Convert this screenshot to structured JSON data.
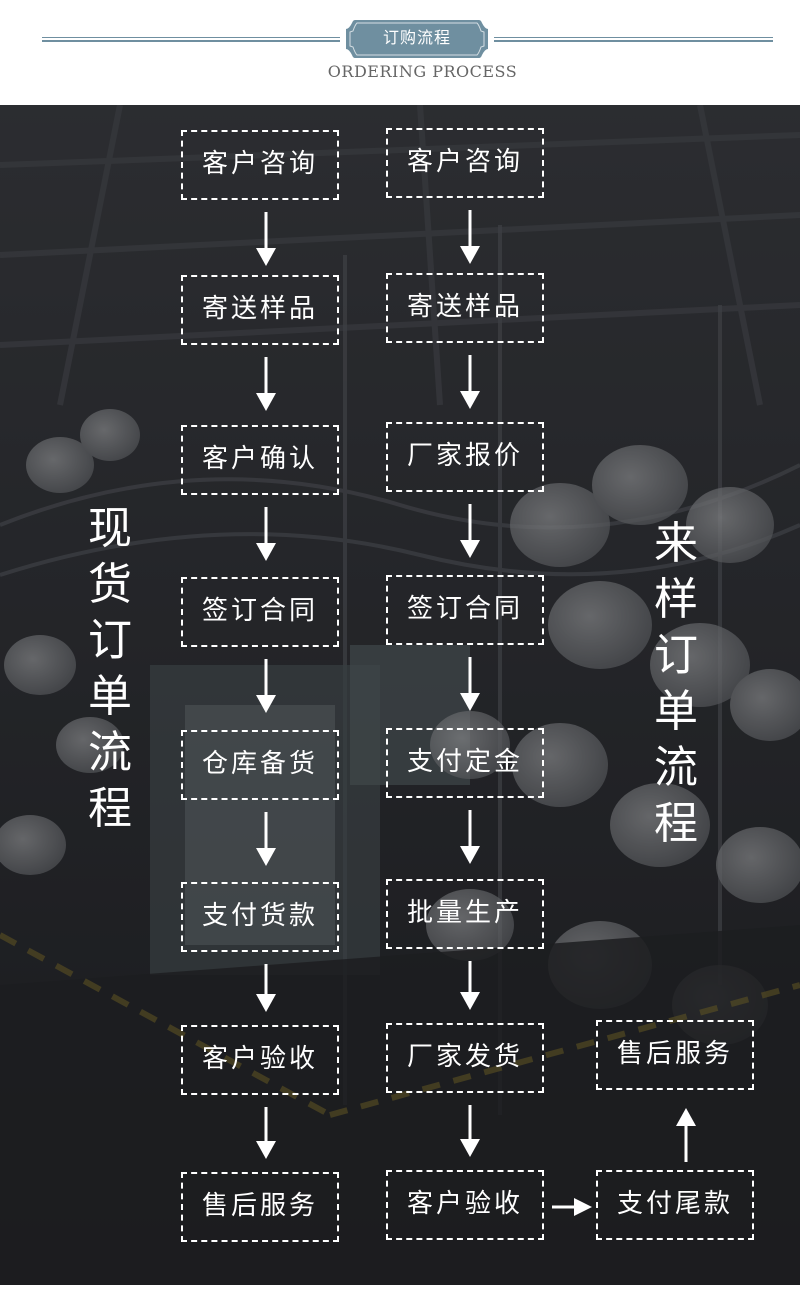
{
  "header": {
    "badge": "订购流程",
    "subtitle": "ORDERING PROCESS"
  },
  "left_flow": {
    "title": [
      "现",
      "货",
      "订",
      "单",
      "流",
      "程"
    ],
    "steps": [
      "客户咨询",
      "寄送样品",
      "客户确认",
      "签订合同",
      "仓库备货",
      "支付货款",
      "客户验收",
      "售后服务"
    ]
  },
  "right_flow": {
    "title": [
      "来",
      "样",
      "订",
      "单",
      "流",
      "程"
    ],
    "steps": [
      "客户咨询",
      "寄送样品",
      "厂家报价",
      "签订合同",
      "支付定金",
      "批量生产",
      "厂家发货",
      "客户验收"
    ],
    "extra_steps": [
      "支付尾款",
      "售后服务"
    ]
  },
  "colors": {
    "accent": "#6f8fa0",
    "box_border": "#ffffff",
    "background": "#2a2c30"
  }
}
